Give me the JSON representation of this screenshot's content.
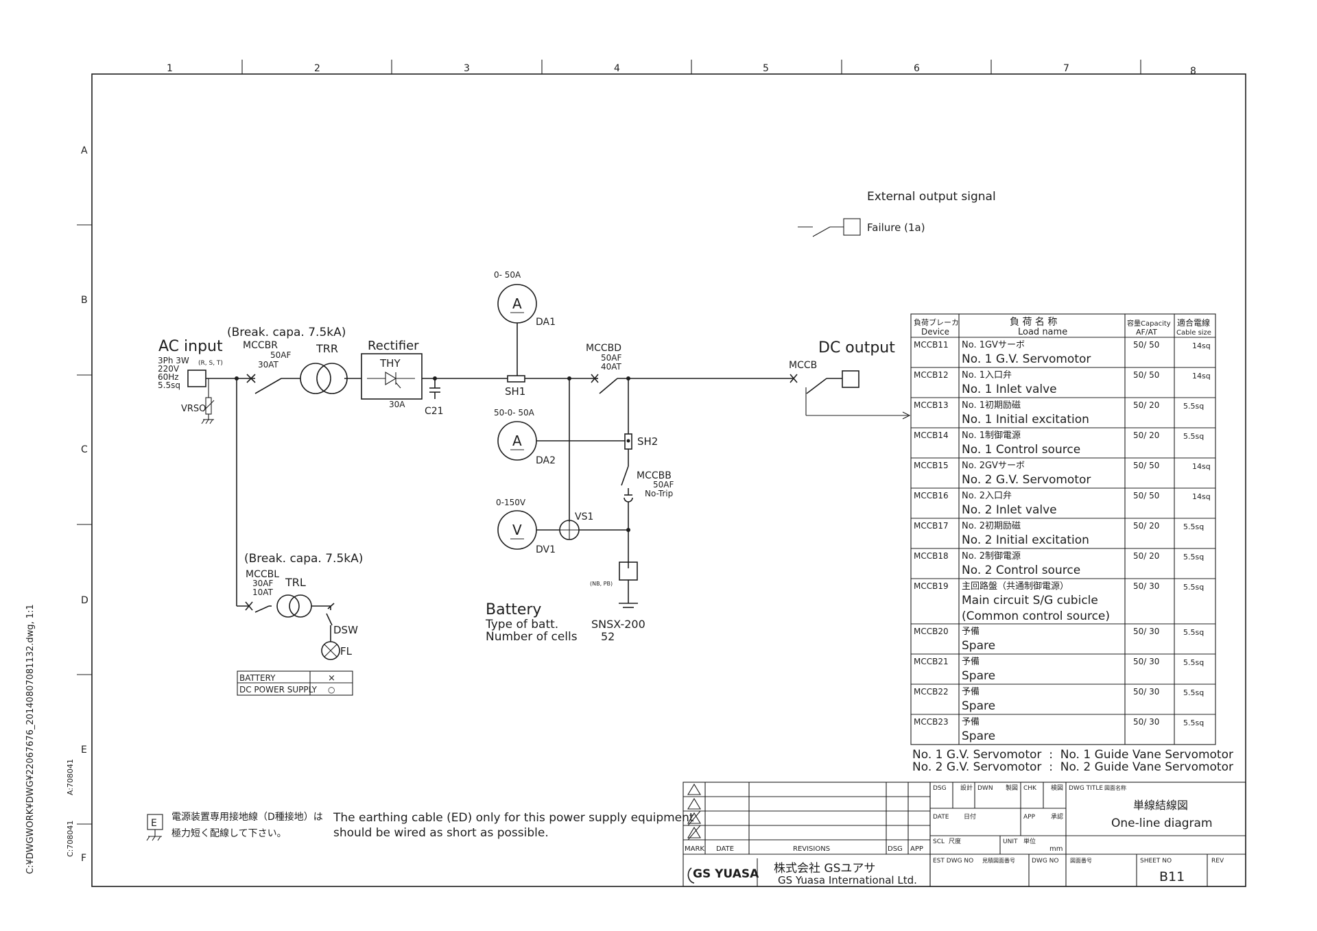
{
  "path_label": "C:¥DWGWORK¥DWG¥22067676_20140807081132.dwg, 1:1",
  "side_codes": [
    "A:708041",
    "C:708041"
  ],
  "grid": {
    "cols": [
      "1",
      "2",
      "3",
      "4",
      "5",
      "6",
      "7",
      "8"
    ],
    "rows": [
      "A",
      "B",
      "C",
      "D",
      "E",
      "F"
    ]
  },
  "external": {
    "title": "External output signal",
    "failure": "Failure (1a)"
  },
  "ac": {
    "title": "AC input",
    "spec1": "3Ph 3W",
    "spec1b": "(R, S, T)",
    "spec2": "220V",
    "spec3": "60Hz",
    "spec4": "5.5sq",
    "vrso": "VRSO"
  },
  "breaker_r": {
    "capa": "(Break. capa. 7.5kA)",
    "name": "MCCBR",
    "af": "50AF",
    "at": "30AT"
  },
  "trr": "TRR",
  "rectifier": {
    "title": "Rectifier",
    "thy": "THY",
    "amp": "30A"
  },
  "c21": "C21",
  "da1": {
    "range": "0-  50A",
    "glyph": "A",
    "name": "DA1"
  },
  "sh1": "SH1",
  "da2": {
    "range": "50-0-  50A",
    "glyph": "A",
    "name": "DA2"
  },
  "sh2": "SH2",
  "dv1": {
    "range": "0-150V",
    "glyph": "V",
    "name": "DV1"
  },
  "vs1": "VS1",
  "mccbd": {
    "name": "MCCBD",
    "af": "50AF",
    "at": "40AT"
  },
  "mccbb": {
    "name": "MCCBB",
    "af": "50AF",
    "note": "No-Trip"
  },
  "nbpb": "(NB, PB)",
  "battery": {
    "title": "Battery",
    "type_label": "Type of batt.",
    "type_val": "SNSX-200",
    "cells_label": "Number of  cells",
    "cells_val": "52"
  },
  "dc": {
    "title": "DC output",
    "mccb": "MCCB"
  },
  "breaker_l": {
    "capa": "(Break. capa. 7.5kA)",
    "name": "MCCBL",
    "af": "30AF",
    "at": "10AT",
    "trl": "TRL",
    "dsw": "DSW",
    "fl": "FL"
  },
  "mode_table": [
    {
      "label": "BATTERY",
      "mark": "×"
    },
    {
      "label": "DC POWER SUPPLY",
      "mark": "○"
    }
  ],
  "load_table": {
    "h_device_jp": "負荷ブレーカ",
    "h_device_en": "Device",
    "h_load_jp": "負 荷 名 称",
    "h_load_en": "Load name",
    "h_cap_jp": "容量Capacity",
    "h_cap_en": "AF/AT",
    "h_cable_jp": "適合電線",
    "h_cable_en": "Cable size",
    "rows": [
      {
        "device": "MCCB11",
        "jp": "No. 1GVサーボ",
        "en": "No. 1 G.V. Servomotor",
        "cap": "50/ 50",
        "cable": "14sq"
      },
      {
        "device": "MCCB12",
        "jp": "No. 1入口弁",
        "en": "No. 1 Inlet  valve",
        "cap": "50/ 50",
        "cable": "14sq"
      },
      {
        "device": "MCCB13",
        "jp": "No. 1初期励磁",
        "en": "No. 1 Initial  excitation",
        "cap": "50/ 20",
        "cable": "5.5sq"
      },
      {
        "device": "MCCB14",
        "jp": "No. 1制御電源",
        "en": "No. 1 Control  source",
        "cap": "50/ 20",
        "cable": "5.5sq"
      },
      {
        "device": "MCCB15",
        "jp": "No. 2GVサーボ",
        "en": "No. 2 G.V. Servomotor",
        "cap": "50/ 50",
        "cable": "14sq"
      },
      {
        "device": "MCCB16",
        "jp": "No. 2入口弁",
        "en": "No. 2 Inlet  valve",
        "cap": "50/ 50",
        "cable": "14sq"
      },
      {
        "device": "MCCB17",
        "jp": "No. 2初期励磁",
        "en": "No. 2 Initial  excitation",
        "cap": "50/ 20",
        "cable": "5.5sq"
      },
      {
        "device": "MCCB18",
        "jp": "No. 2制御電源",
        "en": "No. 2 Control  source",
        "cap": "50/ 20",
        "cable": "5.5sq"
      },
      {
        "device": "MCCB19",
        "jp": "主回路盤（共通制御電源）",
        "en": "Main circuit S/G cubicle",
        "en2": "(Common control source)",
        "cap": "50/ 30",
        "cable": "5.5sq"
      },
      {
        "device": "MCCB20",
        "jp": "予備",
        "en": "Spare",
        "cap": "50/ 30",
        "cable": "5.5sq"
      },
      {
        "device": "MCCB21",
        "jp": "予備",
        "en": "Spare",
        "cap": "50/ 30",
        "cable": "5.5sq"
      },
      {
        "device": "MCCB22",
        "jp": "予備",
        "en": "Spare",
        "cap": "50/ 30",
        "cable": "5.5sq"
      },
      {
        "device": "MCCB23",
        "jp": "予備",
        "en": "Spare",
        "cap": "50/ 30",
        "cable": "5.5sq"
      }
    ]
  },
  "abbrev": [
    "No. 1 G.V. Servomotor  :  No. 1 Guide Vane Servomotor",
    "No. 2 G.V. Servomotor  :  No. 2 Guide Vane Servomotor"
  ],
  "earth": {
    "symbol": "E",
    "jp1": "電源装置専用接地線（D種接地）は",
    "jp2": "極力短く配線して下さい。",
    "en1": "The earthing cable (ED) only for this power supply equipment",
    "en2": "should be wired as short as possible."
  },
  "title_block": {
    "mark": "MARK",
    "date": "DATE",
    "revisions": "REVISIONS",
    "dsg": "DSG",
    "app": "APP",
    "dsg2": "DSG",
    "dsg2_jp": "設計",
    "dwn": "DWN",
    "dwn_jp": "製図",
    "chk": "CHK",
    "chk_jp": "検図",
    "date2": "DATE",
    "date2_jp": "日付",
    "app2": "APP",
    "app2_jp": "承認",
    "scl": "SCL",
    "scl_jp": "尺度",
    "unit": "UNIT",
    "unit_jp": "単位",
    "unit_val": "mm",
    "est": "EST DWG NO",
    "est_jp": "見積図面番号",
    "dwgno": "DWG NO",
    "dwgno_jp": "図面番号",
    "dwg_title": "DWG TITLE",
    "dwg_title_jp": "図面名称",
    "title_jp": "単線結線図",
    "title_en": "One-line diagram",
    "sheet_no": "SHEET NO",
    "sheet_val": "B11",
    "rev": "REV",
    "company_logo": "GS YUASA",
    "company_jp": "株式会社 GSユアサ",
    "company_en": "GS Yuasa International Ltd."
  }
}
